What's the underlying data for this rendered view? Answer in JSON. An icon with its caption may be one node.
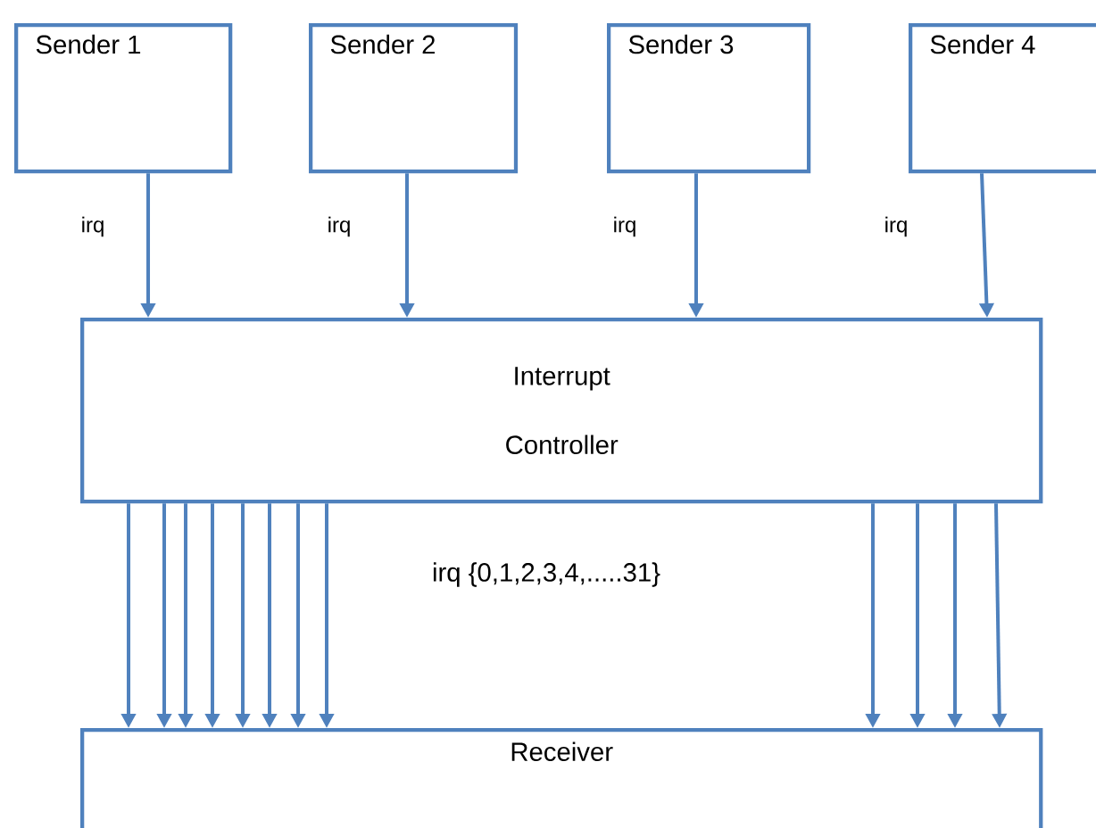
{
  "diagram": {
    "nodes": [
      {
        "text": [
          "Sender 1"
        ]
      },
      {
        "text": [
          "Sender 2"
        ]
      },
      {
        "text": [
          "Sender 3"
        ]
      },
      {
        "text": [
          "Sender 4"
        ]
      },
      {
        "text": [
          "Interrupt Controller"
        ]
      },
      {
        "text": [
          "Receiver"
        ]
      }
    ],
    "edges": [
      {
        "from": 0,
        "to": 4,
        "arrow": "to",
        "label": "irq"
      },
      {
        "from": 1,
        "to": 4,
        "arrow": "to",
        "label": "irq"
      },
      {
        "from": 2,
        "to": 4,
        "arrow": "to",
        "label": "irq"
      },
      {
        "from": 3,
        "to": 4,
        "arrow": "to",
        "label": "irq"
      },
      {
        "from": 4,
        "to": 5,
        "arrow": "to"
      },
      {
        "from": 4,
        "to": 5,
        "arrow": "to"
      },
      {
        "from": 4,
        "to": 5,
        "arrow": "to"
      },
      {
        "from": 4,
        "to": 5,
        "arrow": "to"
      },
      {
        "from": 4,
        "to": 5,
        "arrow": "to"
      },
      {
        "from": 4,
        "to": 5,
        "arrow": "to"
      },
      {
        "from": 4,
        "to": 5,
        "arrow": "to"
      },
      {
        "from": 4,
        "to": 5,
        "arrow": "to"
      },
      {
        "from": 4,
        "to": 5,
        "arrow": "to"
      },
      {
        "from": 4,
        "to": 5,
        "arrow": "to"
      },
      {
        "from": 4,
        "to": 5,
        "arrow": "to"
      },
      {
        "from": 4,
        "to": 5,
        "arrow": "to"
      }
    ],
    "labels": [
      "irq {0,1,2,3,4,.....31}"
    ]
  }
}
